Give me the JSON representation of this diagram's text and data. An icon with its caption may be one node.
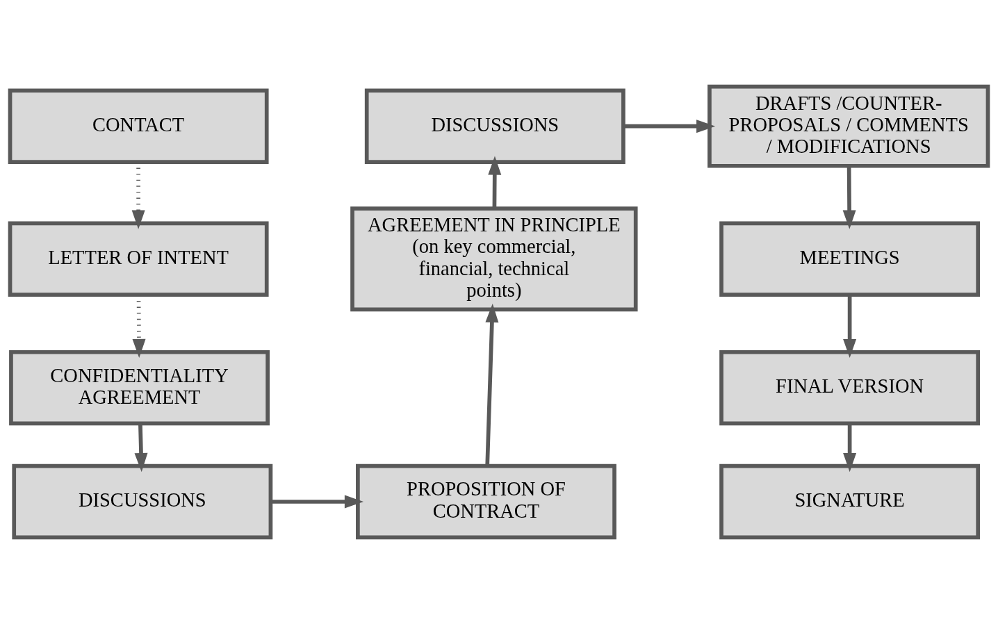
{
  "diagram": {
    "nodes": [
      {
        "text": [
          "CONTACT"
        ]
      },
      {
        "text": [
          "LETTER OF INTENT"
        ]
      },
      {
        "text": [
          "CONFIDENTIALITY AGREEMENT"
        ]
      },
      {
        "text": [
          "DISCUSSIONS"
        ]
      },
      {
        "text": [
          "PROPOSITION OF CONTRACT"
        ]
      },
      {
        "text": [
          "AGREEMENT IN PRINCIPLE (on key commercial, financial, technical points)"
        ]
      },
      {
        "text": [
          "DISCUSSIONS"
        ]
      },
      {
        "text": [
          "DRAFTS /COUNTER-PROPOSALS / COMMENTS / MODIFICATIONS"
        ]
      },
      {
        "text": [
          "MEETINGS"
        ]
      },
      {
        "text": [
          "FINAL VERSION"
        ]
      },
      {
        "text": [
          "SIGNATURE"
        ]
      }
    ],
    "edges": [
      {
        "from": 0,
        "to": 1,
        "arrow": "to",
        "style": "dashed"
      },
      {
        "from": 1,
        "to": 2,
        "arrow": "to",
        "style": "dashed"
      },
      {
        "from": 2,
        "to": 3,
        "arrow": "to"
      },
      {
        "from": 3,
        "to": 4,
        "arrow": "to"
      },
      {
        "from": 4,
        "to": 5,
        "arrow": "to"
      },
      {
        "from": 5,
        "to": 6,
        "arrow": "to"
      },
      {
        "from": 6,
        "to": 7,
        "arrow": "to"
      },
      {
        "from": 7,
        "to": 8,
        "arrow": "to"
      },
      {
        "from": 8,
        "to": 9,
        "arrow": "to"
      },
      {
        "from": 9,
        "to": 10,
        "arrow": "to"
      }
    ]
  }
}
